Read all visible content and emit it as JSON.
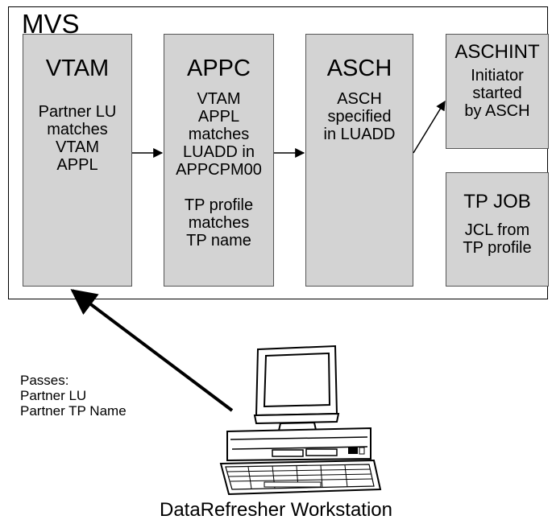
{
  "frame": {
    "title": "MVS"
  },
  "boxes": {
    "vtam": {
      "title": "VTAM",
      "body": "Partner LU\nmatches\nVTAM\nAPPL"
    },
    "appc": {
      "title": "APPC",
      "body": "VTAM\nAPPL\nmatches\nLUADD in\nAPPCPM00\n\nTP profile\nmatches\nTP name"
    },
    "asch": {
      "title": "ASCH",
      "body": "ASCH\nspecified\nin LUADD"
    },
    "aschint": {
      "title": "ASCHINT",
      "body": "Initiator\nstarted\nby ASCH"
    },
    "tpjob": {
      "title": "TP JOB",
      "body": "JCL from\nTP profile"
    }
  },
  "passes": {
    "heading": "Passes:",
    "line1": "Partner LU",
    "line2": "Partner TP Name"
  },
  "workstation": {
    "caption": "DataRefresher Workstation",
    "icon": "desktop-computer-icon"
  },
  "colors": {
    "box_fill": "#d3d3d3",
    "line": "#000000"
  }
}
